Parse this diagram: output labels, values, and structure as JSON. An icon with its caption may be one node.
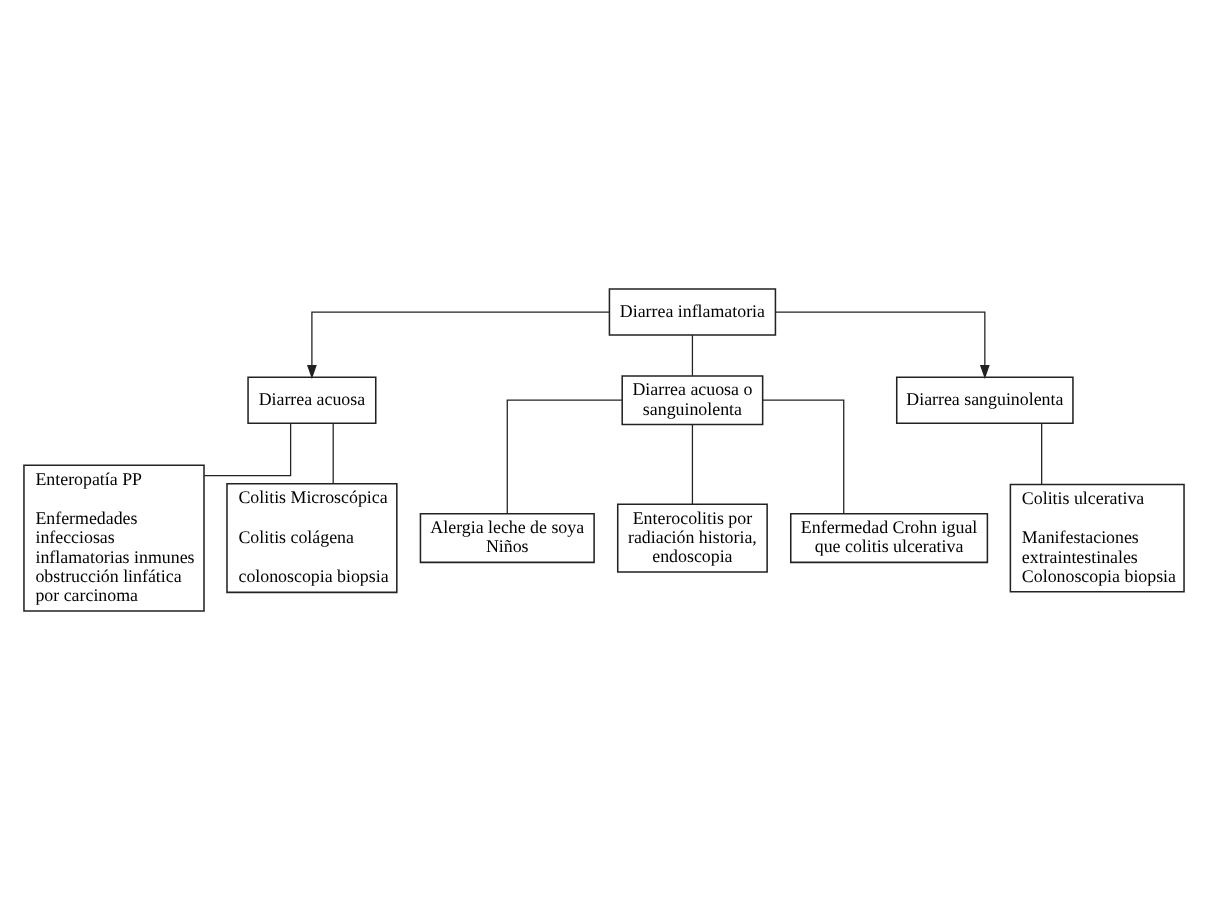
{
  "diagram": {
    "nodes": [
      {
        "text": [
          "Diarrea inflamatoria"
        ]
      },
      {
        "text": [
          "Diarrea acuosa"
        ]
      },
      {
        "text": [
          "Diarrea acuosa o sanguinolenta"
        ]
      },
      {
        "text": [
          "Diarrea sanguinolenta"
        ]
      },
      {
        "text": [
          "Enteropatía PP",
          "Enfermedades infecciosas inflamatorias inmunes obstrucción linfática por carcinoma"
        ]
      },
      {
        "text": [
          "Colitis Microscópica",
          "Colitis colágena",
          "colonoscopia biopsia"
        ]
      },
      {
        "text": [
          "Colitis ulcerativa",
          "Manifestaciones extraintestinales Colonoscopia biopsia"
        ]
      },
      {
        "text": [
          "Alergia leche de soya Niños"
        ]
      },
      {
        "text": [
          "Enterocolitis por radiación historia, endoscopia"
        ]
      },
      {
        "text": [
          "Enfermedad Crohn igual que colitis ulcerativa"
        ]
      }
    ],
    "edges": [
      {
        "from": 0,
        "to": 1,
        "arrow": "to"
      },
      {
        "from": 0,
        "to": 2,
        "arrow": "none"
      },
      {
        "from": 0,
        "to": 3,
        "arrow": "to"
      },
      {
        "from": 1,
        "to": 4,
        "arrow": "none"
      },
      {
        "from": 1,
        "to": 5,
        "arrow": "none"
      },
      {
        "from": 3,
        "to": 6,
        "arrow": "none"
      },
      {
        "from": 2,
        "to": 7,
        "arrow": "none"
      },
      {
        "from": 2,
        "to": 8,
        "arrow": "none"
      },
      {
        "from": 2,
        "to": 9,
        "arrow": "none"
      }
    ]
  }
}
